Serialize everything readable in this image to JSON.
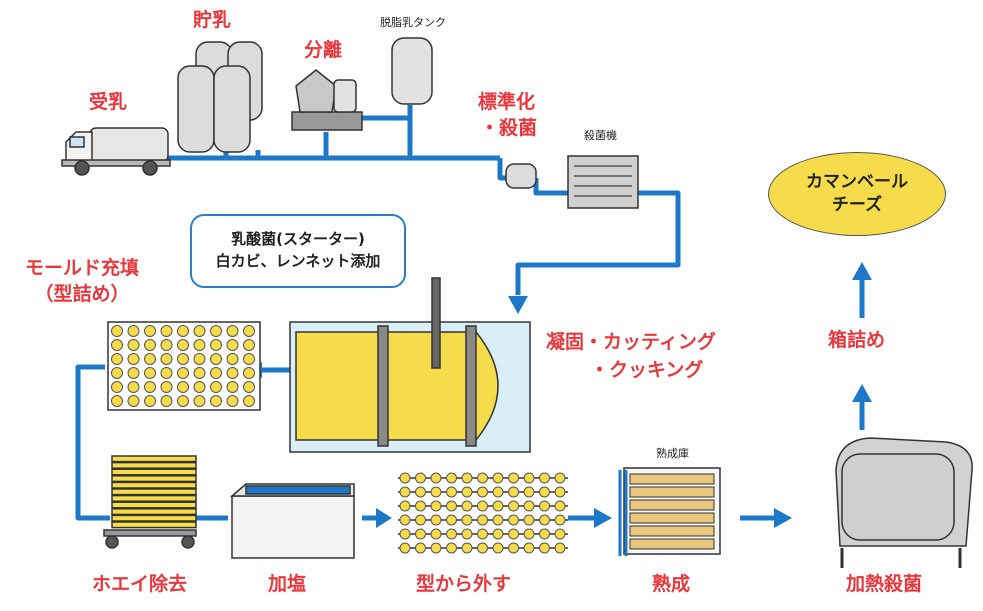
{
  "colors": {
    "pipe": "#1e78c8",
    "label": "#e8383d",
    "cheese": "#f6dc4a",
    "product": "#f6dc4a",
    "outline": "#333333"
  },
  "labels": {
    "receive": "受乳",
    "storage": "貯乳",
    "separate": "分離",
    "skim_tank": "脱脂乳タンク",
    "standardize_1": "標準化",
    "standardize_2": "・殺菌",
    "pasteurizer": "殺菌機",
    "molding_1": "モールド充填",
    "molding_2": "（型詰め）",
    "coagulate_1": "凝固・カッティング",
    "coagulate_2": "・クッキング",
    "whey": "ホエイ除去",
    "salting": "加塩",
    "demold": "型から外す",
    "ripening_room": "熟成庫",
    "ripening": "熟成",
    "heat_sterilize": "加熱殺菌",
    "boxing": "箱詰め"
  },
  "bubble": {
    "line1": "乳酸菌(スターター)",
    "line2": "白カビ、レンネット添加"
  },
  "product": {
    "line1": "カマンベール",
    "line2": "チーズ"
  },
  "icons": [
    "tank-truck-icon",
    "storage-tanks-icon",
    "separator-icon",
    "skim-tank-icon",
    "standardize-tank-icon",
    "pasteurizer-icon",
    "cheese-vat-icon",
    "mold-tray-icon",
    "whey-cart-icon",
    "salt-bath-icon",
    "demold-rack-icon",
    "ripening-rack-icon",
    "sterilizer-drum-icon"
  ]
}
